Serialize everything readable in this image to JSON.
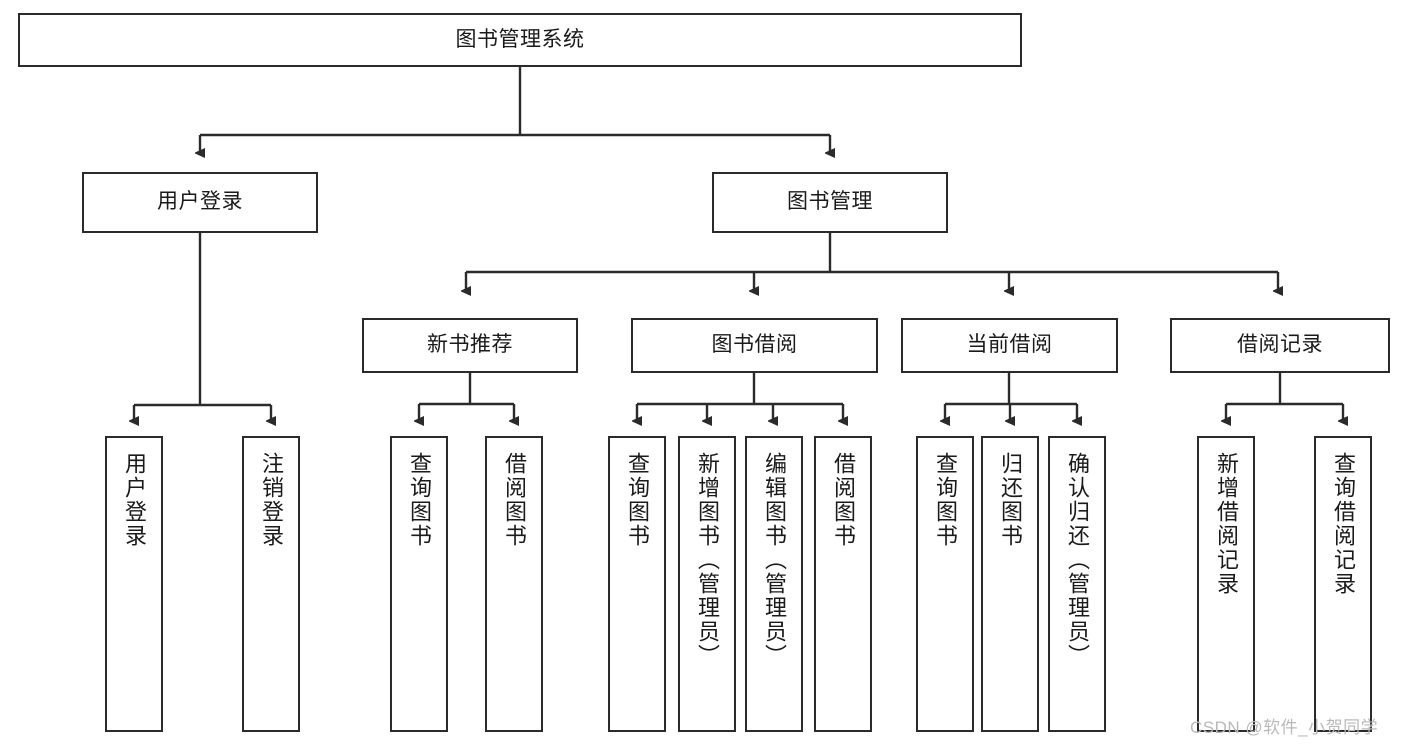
{
  "diagram": {
    "title": "图书管理系统",
    "type": "tree-hierarchy",
    "root": {
      "label": "图书管理系统"
    },
    "level2": [
      {
        "label": "用户登录"
      },
      {
        "label": "图书管理"
      }
    ],
    "level3": [
      {
        "label": "新书推荐"
      },
      {
        "label": "图书借阅"
      },
      {
        "label": "当前借阅"
      },
      {
        "label": "借阅记录"
      }
    ],
    "leaves": [
      {
        "label": "用户登录",
        "parent": "用户登录"
      },
      {
        "label": "注销登录",
        "parent": "用户登录"
      },
      {
        "label": "查询图书",
        "parent": "新书推荐"
      },
      {
        "label": "借阅图书",
        "parent": "新书推荐"
      },
      {
        "label": "查询图书",
        "parent": "图书借阅"
      },
      {
        "label": "新增图书（管理员）",
        "parent": "图书借阅"
      },
      {
        "label": "编辑图书（管理员）",
        "parent": "图书借阅"
      },
      {
        "label": "借阅图书",
        "parent": "图书借阅"
      },
      {
        "label": "查询图书",
        "parent": "当前借阅"
      },
      {
        "label": "归还图书",
        "parent": "当前借阅"
      },
      {
        "label": "确认归还（管理员）",
        "parent": "当前借阅"
      },
      {
        "label": "新增借阅记录",
        "parent": "借阅记录"
      },
      {
        "label": "查询借阅记录",
        "parent": "借阅记录"
      }
    ]
  },
  "watermark": {
    "text": "CSDN @软件_小贺同学"
  },
  "colors": {
    "stroke": "#2b2b2b",
    "background": "#ffffff",
    "text": "#1a1a1a",
    "watermark": "#b9b9b9"
  }
}
